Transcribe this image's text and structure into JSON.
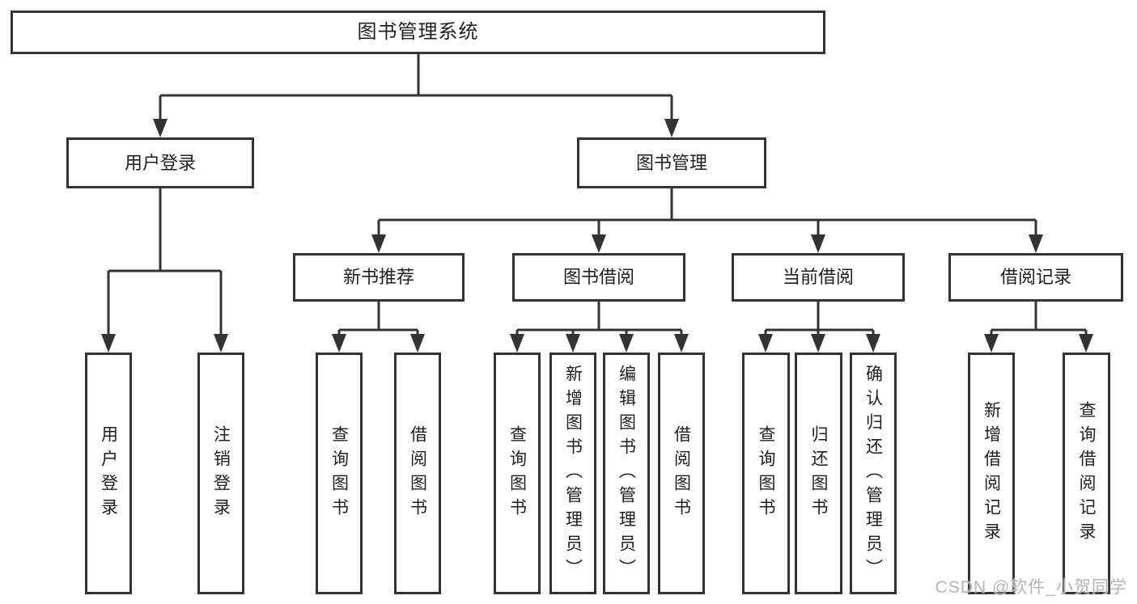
{
  "diagram": {
    "root": "图书管理系统",
    "level2": {
      "user_login": "用户登录",
      "book_mgmt": "图书管理"
    },
    "level3": {
      "new_books": "新书推荐",
      "borrowing": "图书借阅",
      "current": "当前借阅",
      "records": "借阅记录"
    },
    "leaves": {
      "login": "用户登录",
      "logout": "注销登录",
      "nb_query": "查询图书",
      "nb_borrow": "借阅图书",
      "bw_query": "查询图书",
      "bw_add": "新增图书（管理员）",
      "bw_edit": "编辑图书（管理员）",
      "bw_borrow": "借阅图书",
      "cur_query": "查询图书",
      "cur_return": "归还图书",
      "cur_confirm": "确认归还（管理员）",
      "rec_add": "新增借阅记录",
      "rec_query": "查询借阅记录"
    }
  },
  "watermark": "CSDN @软件_小贺同学",
  "colors": {
    "line": "#333333",
    "text": "#1f1f1f",
    "watermark": "#b5b5b5",
    "background": "#ffffff"
  }
}
